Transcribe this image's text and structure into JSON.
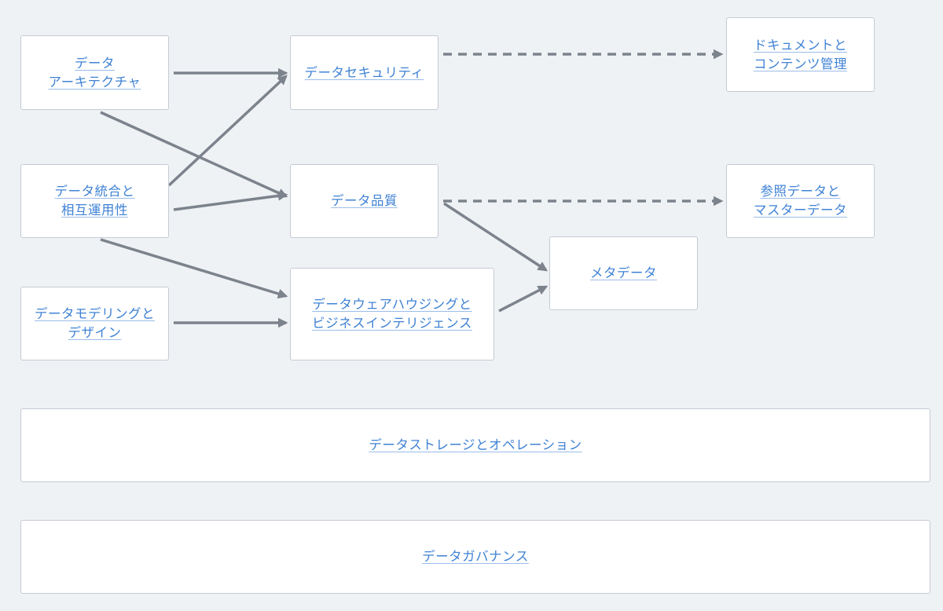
{
  "diagram": {
    "nodes": {
      "data_architecture": {
        "label": "データ\nアーキテクチャ"
      },
      "data_integration": {
        "label": "データ統合と\n相互運用性"
      },
      "data_modeling": {
        "label": "データモデリングと\nデザイン"
      },
      "data_security": {
        "label": "データセキュリティ"
      },
      "data_quality": {
        "label": "データ品質"
      },
      "data_warehousing": {
        "label": "データウェアハウジングと\nビジネスインテリジェンス"
      },
      "document_content": {
        "label": "ドキュメントと\nコンテンツ管理"
      },
      "reference_master": {
        "label": "参照データと\nマスターデータ"
      },
      "metadata": {
        "label": "メタデータ"
      },
      "storage_operations": {
        "label": "データストレージとオペレーション"
      },
      "data_governance": {
        "label": "データガバナンス"
      }
    },
    "edges": [
      {
        "from": "data_architecture",
        "to": "data_security",
        "style": "solid"
      },
      {
        "from": "data_architecture",
        "to": "data_quality",
        "style": "solid"
      },
      {
        "from": "data_integration",
        "to": "data_security",
        "style": "solid"
      },
      {
        "from": "data_integration",
        "to": "data_quality",
        "style": "solid"
      },
      {
        "from": "data_integration",
        "to": "data_warehousing",
        "style": "solid"
      },
      {
        "from": "data_modeling",
        "to": "data_warehousing",
        "style": "solid"
      },
      {
        "from": "data_security",
        "to": "document_content",
        "style": "dashed"
      },
      {
        "from": "data_quality",
        "to": "reference_master",
        "style": "dashed"
      },
      {
        "from": "data_quality",
        "to": "metadata",
        "style": "solid"
      },
      {
        "from": "data_warehousing",
        "to": "metadata",
        "style": "solid"
      }
    ],
    "colors": {
      "background": "#eff2f5",
      "node_fill": "#ffffff",
      "node_border": "#c5cad3",
      "link_text": "#3f82d4",
      "arrow": "#7c838c"
    }
  }
}
